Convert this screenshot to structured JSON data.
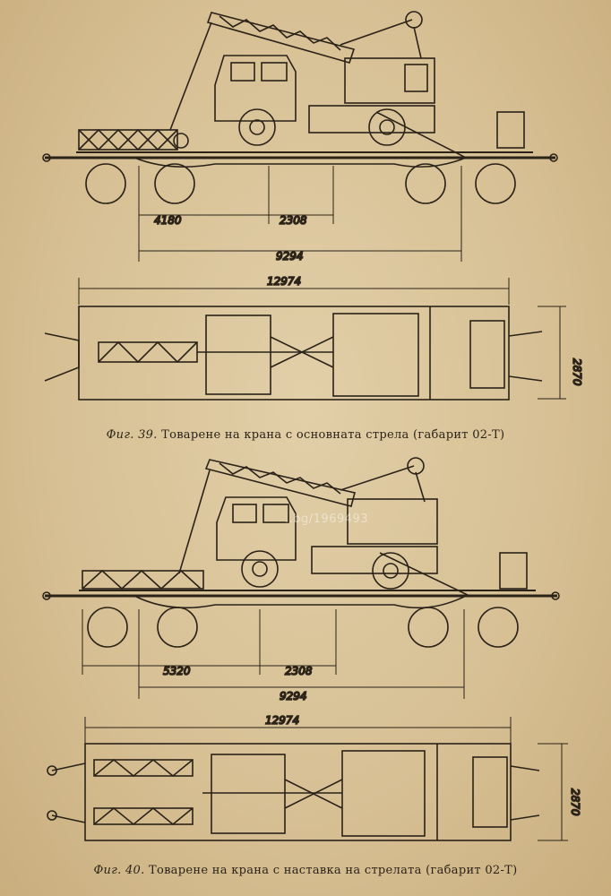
{
  "figures": [
    {
      "number": "Фиг. 39.",
      "caption": "Товарене на крана с основната стрела (габарит 02-Т)",
      "dims": {
        "a": "4180",
        "b": "2308",
        "total": "9294",
        "length": "12974",
        "width": "2870"
      }
    },
    {
      "number": "Фиг. 40.",
      "caption": "Товарене на крана с наставка на стрелата (габарит 02-Т)",
      "dims": {
        "a": "5320",
        "b": "2308",
        "total": "9294",
        "length": "12974",
        "width": "2870"
      }
    }
  ],
  "watermark": "..bg/1969493"
}
